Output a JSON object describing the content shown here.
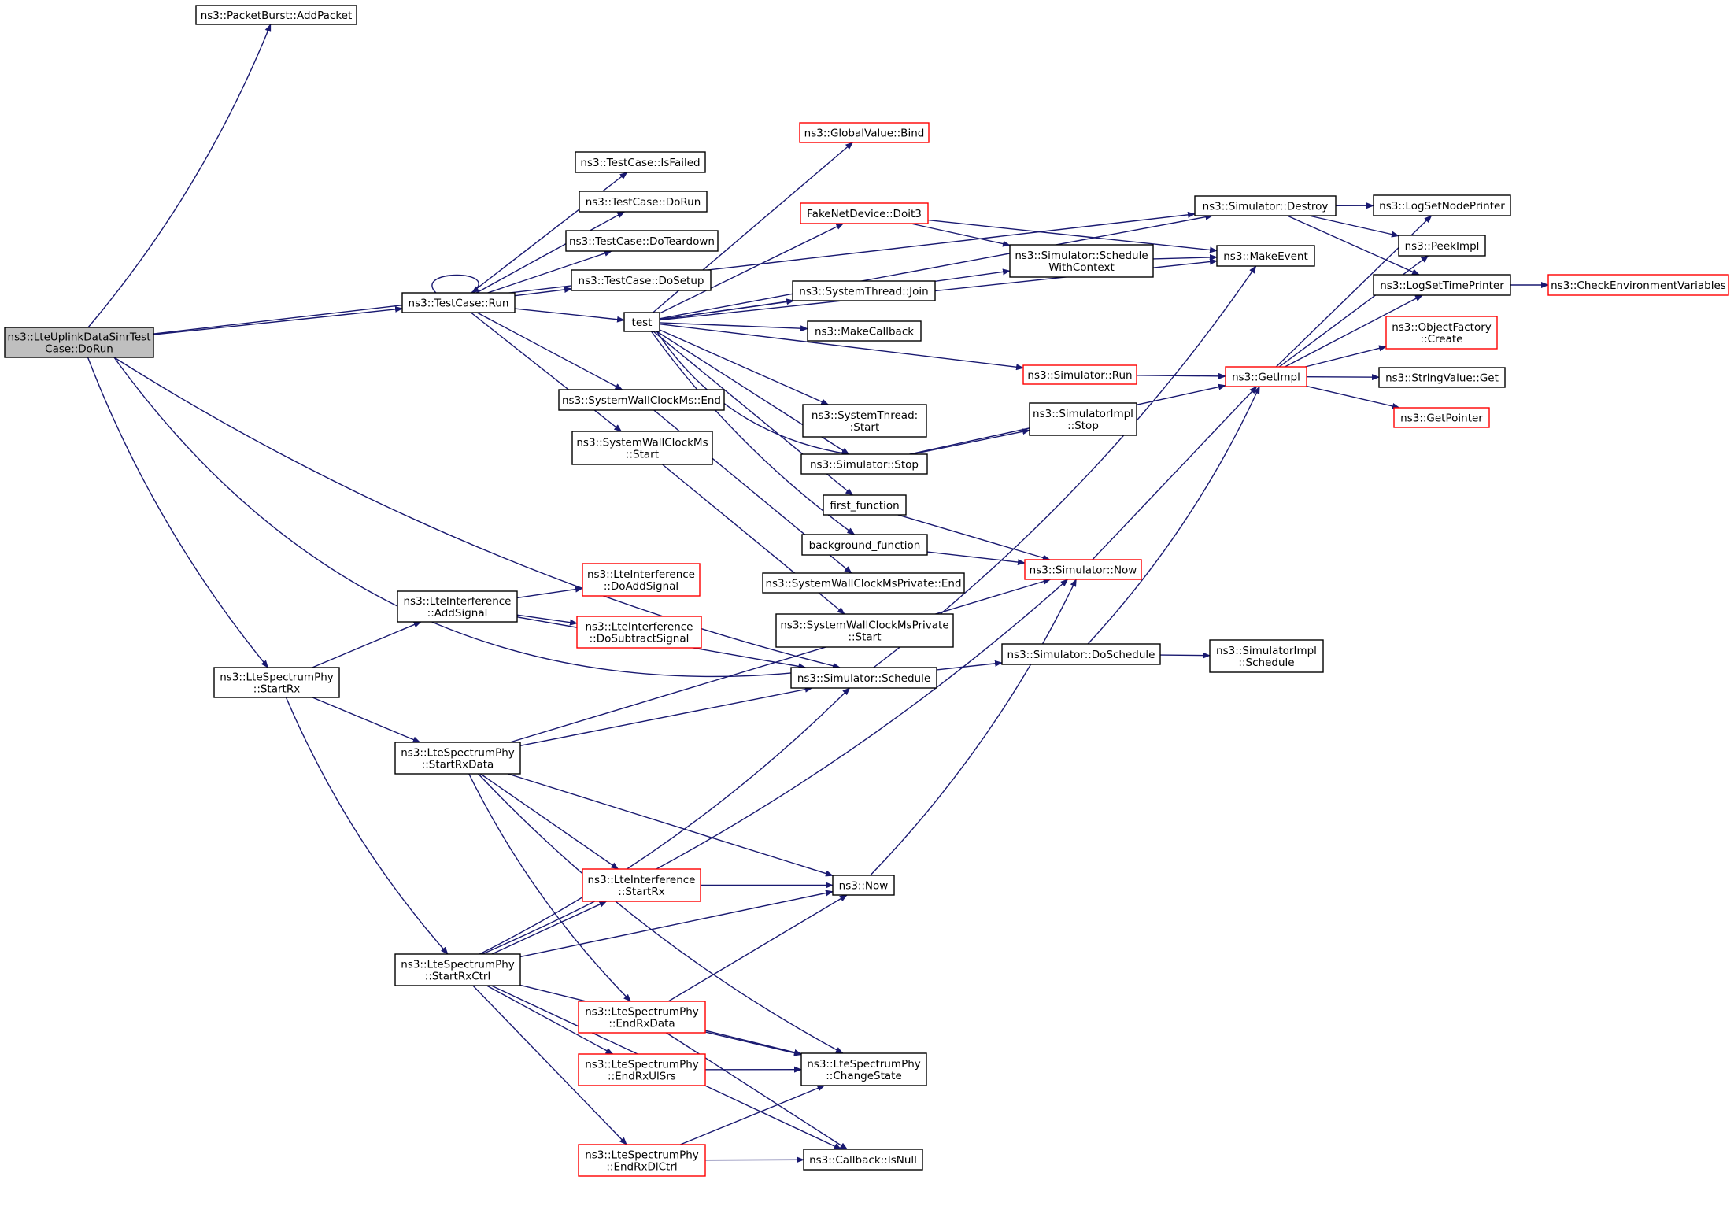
{
  "colors": {
    "edge": "#191970",
    "node_border": "#000000",
    "node_border_truncated": "#ff0000",
    "root_fill": "#bfbfbf",
    "node_fill": "#ffffff"
  },
  "nodes": [
    {
      "id": "root",
      "lines": [
        "ns3::LteUplinkDataSinrTest",
        "Case::DoRun"
      ],
      "style": "root"
    },
    {
      "id": "addpacket",
      "lines": [
        "ns3::PacketBurst::AddPacket"
      ],
      "style": "normal"
    },
    {
      "id": "tc_isfailed",
      "lines": [
        "ns3::TestCase::IsFailed"
      ],
      "style": "normal"
    },
    {
      "id": "tc_dorun",
      "lines": [
        "ns3::TestCase::DoRun"
      ],
      "style": "normal"
    },
    {
      "id": "tc_doteardown",
      "lines": [
        "ns3::TestCase::DoTeardown"
      ],
      "style": "normal"
    },
    {
      "id": "tc_dosetup",
      "lines": [
        "ns3::TestCase::DoSetup"
      ],
      "style": "normal"
    },
    {
      "id": "tc_run",
      "lines": [
        "ns3::TestCase::Run"
      ],
      "style": "normal"
    },
    {
      "id": "test",
      "lines": [
        "test"
      ],
      "style": "normal"
    },
    {
      "id": "swc_end",
      "lines": [
        "ns3::SystemWallClockMs::End"
      ],
      "style": "normal"
    },
    {
      "id": "swc_start",
      "lines": [
        "ns3::SystemWallClockMs",
        "::Start"
      ],
      "style": "normal"
    },
    {
      "id": "gv_bind",
      "lines": [
        "ns3::GlobalValue::Bind"
      ],
      "style": "truncated"
    },
    {
      "id": "fake_doit3",
      "lines": [
        "FakeNetDevice::Doit3"
      ],
      "style": "truncated"
    },
    {
      "id": "st_join",
      "lines": [
        "ns3::SystemThread::Join"
      ],
      "style": "normal"
    },
    {
      "id": "makecallback",
      "lines": [
        "ns3::MakeCallback"
      ],
      "style": "normal"
    },
    {
      "id": "st_start",
      "lines": [
        "ns3::SystemThread:",
        ":Start"
      ],
      "style": "normal"
    },
    {
      "id": "sim_stop",
      "lines": [
        "ns3::Simulator::Stop"
      ],
      "style": "normal"
    },
    {
      "id": "first_function",
      "lines": [
        "first_function"
      ],
      "style": "normal"
    },
    {
      "id": "background_function",
      "lines": [
        "background_function"
      ],
      "style": "normal"
    },
    {
      "id": "swcp_end",
      "lines": [
        "ns3::SystemWallClockMsPrivate::End"
      ],
      "style": "normal"
    },
    {
      "id": "swcp_start",
      "lines": [
        "ns3::SystemWallClockMsPrivate",
        "::Start"
      ],
      "style": "normal"
    },
    {
      "id": "sim_schedule",
      "lines": [
        "ns3::Simulator::Schedule"
      ],
      "style": "normal"
    },
    {
      "id": "sim_destroy",
      "lines": [
        "ns3::Simulator::Destroy"
      ],
      "style": "normal"
    },
    {
      "id": "sim_schedwctx",
      "lines": [
        "ns3::Simulator::Schedule",
        "WithContext"
      ],
      "style": "normal"
    },
    {
      "id": "makeevent",
      "lines": [
        "ns3::MakeEvent"
      ],
      "style": "normal"
    },
    {
      "id": "sim_run",
      "lines": [
        "ns3::Simulator::Run"
      ],
      "style": "truncated"
    },
    {
      "id": "simimpl_stop",
      "lines": [
        "ns3::SimulatorImpl",
        "::Stop"
      ],
      "style": "normal"
    },
    {
      "id": "sim_now",
      "lines": [
        "ns3::Simulator::Now"
      ],
      "style": "truncated"
    },
    {
      "id": "sim_doschedule",
      "lines": [
        "ns3::Simulator::DoSchedule"
      ],
      "style": "normal"
    },
    {
      "id": "simimpl_schedule",
      "lines": [
        "ns3::SimulatorImpl",
        "::Schedule"
      ],
      "style": "normal"
    },
    {
      "id": "getimpl",
      "lines": [
        "ns3::GetImpl"
      ],
      "style": "truncated"
    },
    {
      "id": "lognodeprinter",
      "lines": [
        "ns3::LogSetNodePrinter"
      ],
      "style": "normal"
    },
    {
      "id": "peekimpl",
      "lines": [
        "ns3::PeekImpl"
      ],
      "style": "normal"
    },
    {
      "id": "logtimeprinter",
      "lines": [
        "ns3::LogSetTimePrinter"
      ],
      "style": "normal"
    },
    {
      "id": "checkenv",
      "lines": [
        "ns3::CheckEnvironmentVariables"
      ],
      "style": "truncated"
    },
    {
      "id": "objfactory_create",
      "lines": [
        "ns3::ObjectFactory",
        "::Create"
      ],
      "style": "truncated"
    },
    {
      "id": "stringvalue_get",
      "lines": [
        "ns3::StringValue::Get"
      ],
      "style": "normal"
    },
    {
      "id": "getpointer",
      "lines": [
        "ns3::GetPointer"
      ],
      "style": "truncated"
    },
    {
      "id": "li_addsignal",
      "lines": [
        "ns3::LteInterference",
        "::AddSignal"
      ],
      "style": "normal"
    },
    {
      "id": "li_doaddsignal",
      "lines": [
        "ns3::LteInterference",
        "::DoAddSignal"
      ],
      "style": "truncated"
    },
    {
      "id": "li_dosubtract",
      "lines": [
        "ns3::LteInterference",
        "::DoSubtractSignal"
      ],
      "style": "truncated"
    },
    {
      "id": "lsp_startrx",
      "lines": [
        "ns3::LteSpectrumPhy",
        "::StartRx"
      ],
      "style": "normal"
    },
    {
      "id": "lsp_startrxdata",
      "lines": [
        "ns3::LteSpectrumPhy",
        "::StartRxData"
      ],
      "style": "normal"
    },
    {
      "id": "li_startrx",
      "lines": [
        "ns3::LteInterference",
        "::StartRx"
      ],
      "style": "truncated"
    },
    {
      "id": "ns3_now",
      "lines": [
        "ns3::Now"
      ],
      "style": "normal"
    },
    {
      "id": "lsp_startrxctrl",
      "lines": [
        "ns3::LteSpectrumPhy",
        "::StartRxCtrl"
      ],
      "style": "normal"
    },
    {
      "id": "lsp_endrxdata",
      "lines": [
        "ns3::LteSpectrumPhy",
        "::EndRxData"
      ],
      "style": "truncated"
    },
    {
      "id": "lsp_endrxulsrs",
      "lines": [
        "ns3::LteSpectrumPhy",
        "::EndRxUlSrs"
      ],
      "style": "truncated"
    },
    {
      "id": "lsp_changestate",
      "lines": [
        "ns3::LteSpectrumPhy",
        "::ChangeState"
      ],
      "style": "normal"
    },
    {
      "id": "lsp_endrxdlctrl",
      "lines": [
        "ns3::LteSpectrumPhy",
        "::EndRxDlCtrl"
      ],
      "style": "truncated"
    },
    {
      "id": "cb_isnull",
      "lines": [
        "ns3::Callback::IsNull"
      ],
      "style": "normal"
    }
  ],
  "edges": [
    [
      "root",
      "addpacket"
    ],
    [
      "root",
      "sim_destroy"
    ],
    [
      "root",
      "tc_run"
    ],
    [
      "root",
      "sim_schedule"
    ],
    [
      "root",
      "sim_schedule"
    ],
    [
      "root",
      "lsp_startrx"
    ],
    [
      "tc_run",
      "tc_isfailed"
    ],
    [
      "tc_run",
      "tc_dorun"
    ],
    [
      "tc_run",
      "tc_doteardown"
    ],
    [
      "tc_run",
      "tc_dosetup"
    ],
    [
      "tc_run",
      "test"
    ],
    [
      "tc_run",
      "swc_end"
    ],
    [
      "tc_run",
      "swc_start"
    ],
    [
      "tc_run",
      "tc_run"
    ],
    [
      "test",
      "gv_bind"
    ],
    [
      "test",
      "sim_destroy"
    ],
    [
      "test",
      "makeevent"
    ],
    [
      "test",
      "fake_doit3"
    ],
    [
      "test",
      "sim_schedwctx"
    ],
    [
      "test",
      "st_join"
    ],
    [
      "test",
      "makecallback"
    ],
    [
      "test",
      "sim_run"
    ],
    [
      "test",
      "st_start"
    ],
    [
      "test",
      "sim_stop"
    ],
    [
      "test",
      "first_function"
    ],
    [
      "test",
      "background_function"
    ],
    [
      "test",
      "sim_stop"
    ],
    [
      "swc_end",
      "swcp_end"
    ],
    [
      "swc_start",
      "swcp_start"
    ],
    [
      "fake_doit3",
      "sim_schedwctx"
    ],
    [
      "fake_doit3",
      "makeevent"
    ],
    [
      "sim_schedwctx",
      "makeevent"
    ],
    [
      "sim_destroy",
      "lognodeprinter"
    ],
    [
      "sim_destroy",
      "peekimpl"
    ],
    [
      "sim_destroy",
      "logtimeprinter"
    ],
    [
      "sim_run",
      "getimpl"
    ],
    [
      "sim_stop",
      "simimpl_stop"
    ],
    [
      "sim_stop",
      "getimpl"
    ],
    [
      "first_function",
      "sim_now"
    ],
    [
      "background_function",
      "sim_now"
    ],
    [
      "sim_now",
      "getimpl"
    ],
    [
      "sim_schedule",
      "makeevent"
    ],
    [
      "sim_schedule",
      "sim_doschedule"
    ],
    [
      "sim_doschedule",
      "simimpl_schedule"
    ],
    [
      "sim_doschedule",
      "getimpl"
    ],
    [
      "getimpl",
      "lognodeprinter"
    ],
    [
      "getimpl",
      "peekimpl"
    ],
    [
      "getimpl",
      "logtimeprinter"
    ],
    [
      "getimpl",
      "objfactory_create"
    ],
    [
      "getimpl",
      "stringvalue_get"
    ],
    [
      "getimpl",
      "getpointer"
    ],
    [
      "logtimeprinter",
      "checkenv"
    ],
    [
      "lsp_startrx",
      "li_addsignal"
    ],
    [
      "lsp_startrx",
      "lsp_startrxdata"
    ],
    [
      "lsp_startrx",
      "lsp_startrxctrl"
    ],
    [
      "li_addsignal",
      "li_doaddsignal"
    ],
    [
      "li_addsignal",
      "li_dosubtract"
    ],
    [
      "li_addsignal",
      "sim_schedule"
    ],
    [
      "lsp_startrxdata",
      "sim_schedule"
    ],
    [
      "lsp_startrxdata",
      "sim_now"
    ],
    [
      "lsp_startrxdata",
      "ns3_now"
    ],
    [
      "lsp_startrxdata",
      "li_startrx"
    ],
    [
      "lsp_startrxdata",
      "lsp_endrxdata"
    ],
    [
      "lsp_startrxdata",
      "lsp_changestate"
    ],
    [
      "li_startrx",
      "ns3_now"
    ],
    [
      "ns3_now",
      "sim_now"
    ],
    [
      "lsp_startrxctrl",
      "sim_schedule"
    ],
    [
      "lsp_startrxctrl",
      "li_startrx"
    ],
    [
      "lsp_startrxctrl",
      "ns3_now"
    ],
    [
      "lsp_startrxctrl",
      "sim_now"
    ],
    [
      "lsp_startrxctrl",
      "lsp_endrxulsrs"
    ],
    [
      "lsp_startrxctrl",
      "lsp_changestate"
    ],
    [
      "lsp_startrxctrl",
      "lsp_endrxdlctrl"
    ],
    [
      "lsp_startrxctrl",
      "cb_isnull"
    ],
    [
      "lsp_endrxdata",
      "ns3_now"
    ],
    [
      "lsp_endrxdata",
      "lsp_changestate"
    ],
    [
      "lsp_endrxdata",
      "cb_isnull"
    ],
    [
      "lsp_endrxulsrs",
      "lsp_changestate"
    ],
    [
      "lsp_endrxdlctrl",
      "lsp_changestate"
    ],
    [
      "lsp_endrxdlctrl",
      "cb_isnull"
    ]
  ]
}
